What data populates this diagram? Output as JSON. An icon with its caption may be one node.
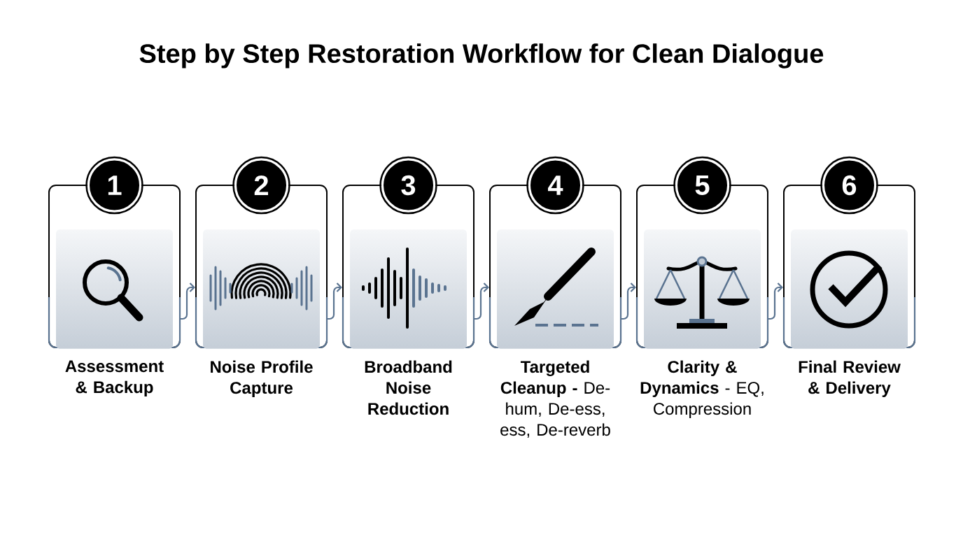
{
  "diagram": {
    "title": "Step by Step Restoration Workflow for Clean Dialogue",
    "nodes": [
      {
        "text": [
          "1",
          "Assessment & Backup"
        ]
      },
      {
        "text": [
          "2",
          "Noise Profile Capture"
        ]
      },
      {
        "text": [
          "3",
          "Broadband Noise Reduction"
        ]
      },
      {
        "text": [
          "4",
          "Targeted Cleanup -",
          "De-hum, De-ess, ess, De-reverb"
        ]
      },
      {
        "text": [
          "5",
          "Clarity & Dynamics",
          "- EQ, Compression"
        ]
      },
      {
        "text": [
          "6",
          "Final Review & Delivery"
        ]
      }
    ],
    "edges": [
      {
        "from": 0,
        "to": 1,
        "arrow": "to"
      },
      {
        "from": 1,
        "to": 2,
        "arrow": "to"
      },
      {
        "from": 2,
        "to": 3,
        "arrow": "to"
      },
      {
        "from": 3,
        "to": 4,
        "arrow": "to"
      },
      {
        "from": 4,
        "to": 5,
        "arrow": "to"
      }
    ]
  }
}
